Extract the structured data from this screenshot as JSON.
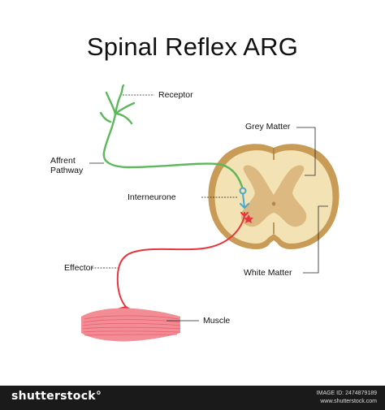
{
  "title": "Spinal Reflex ARG",
  "labels": {
    "receptor": "Receptor",
    "afferent_line1": "Affrent",
    "afferent_line2": "Pathway",
    "interneurone": "Interneurone",
    "effector": "Effector",
    "muscle": "Muscle",
    "grey_matter": "Grey Matter",
    "white_matter": "White Matter"
  },
  "colors": {
    "afferent": "#5cb85a",
    "efferent": "#e8343d",
    "interneurone": "#4aa9c9",
    "white_matter": "#f3e2b4",
    "outer_ring": "#c89b57",
    "grey_matter": "#dcb980",
    "muscle": "#f28c95"
  },
  "footer": {
    "brand": "shutterstock",
    "image_id": "IMAGE ID: 2474879189",
    "site": "www.shutterstock.com"
  }
}
